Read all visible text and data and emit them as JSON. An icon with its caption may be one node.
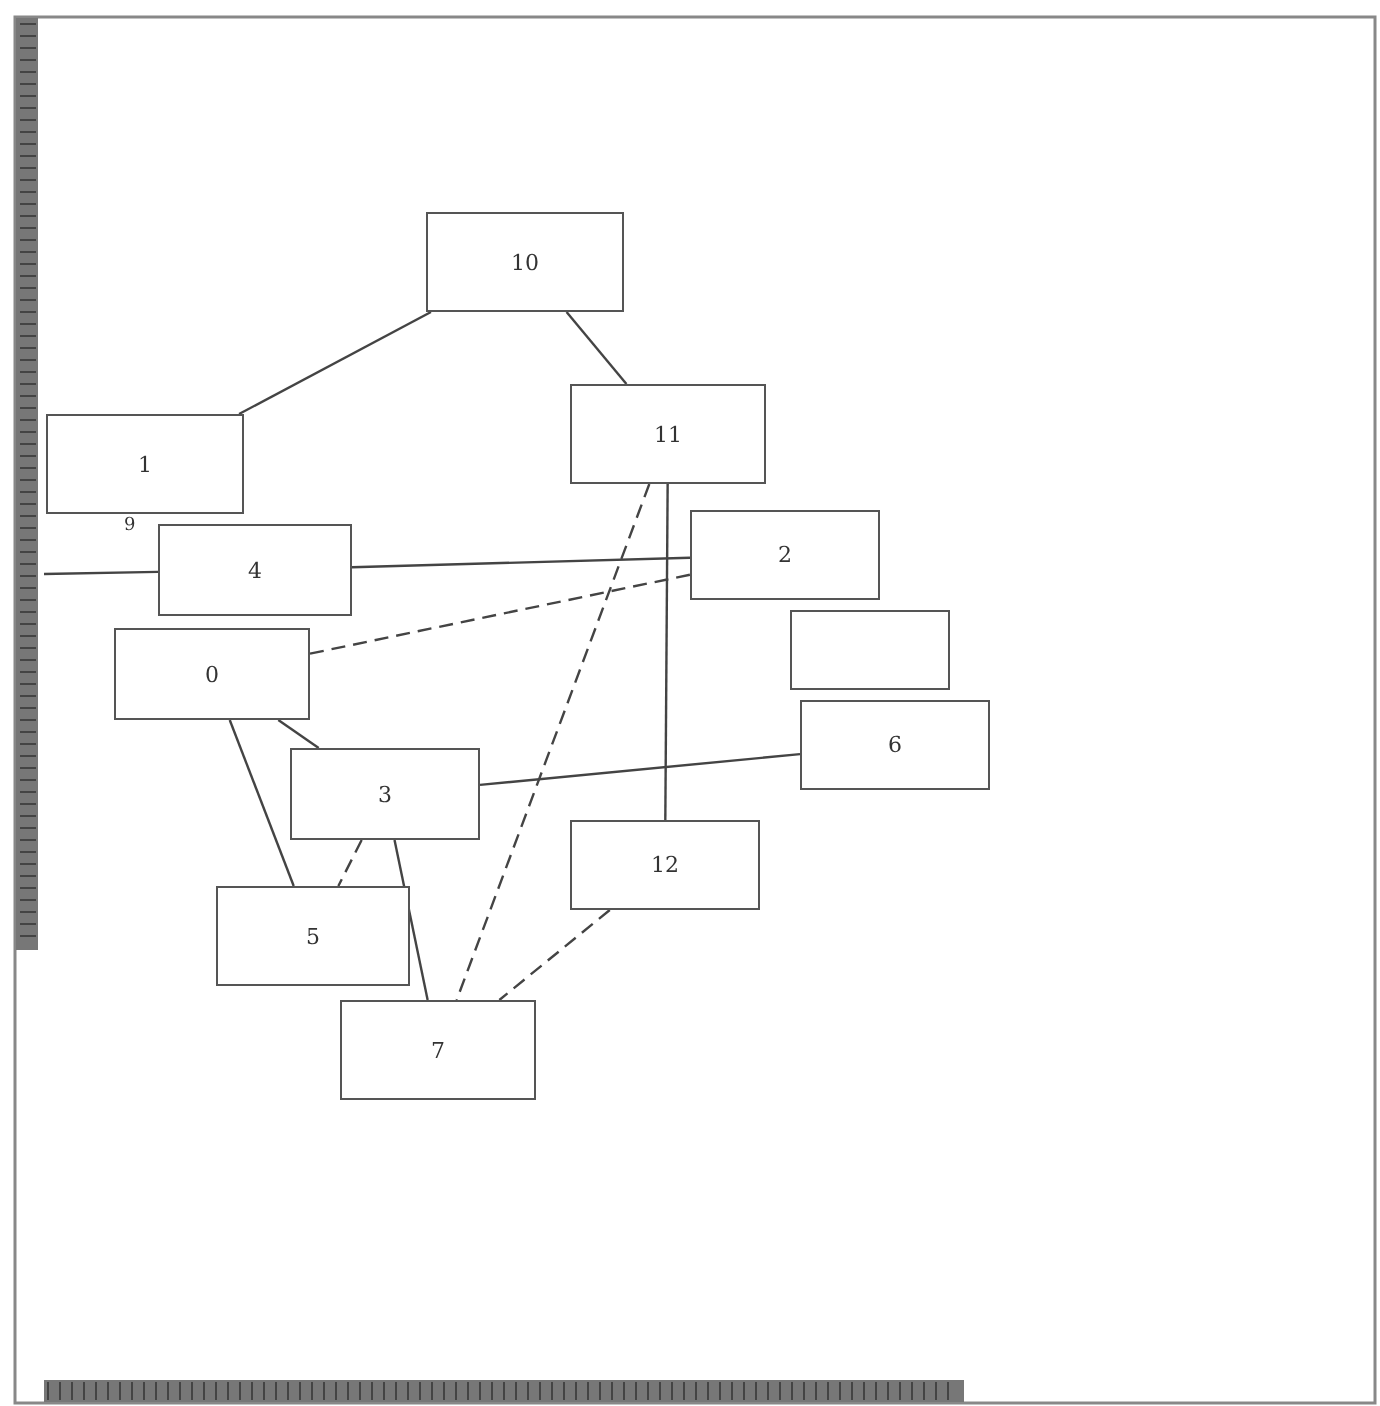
{
  "diagram": {
    "nodes": [
      {
        "text": [
          "10"
        ]
      },
      {
        "text": [
          "1"
        ]
      },
      {
        "text": [
          "4"
        ]
      },
      {
        "text": [
          "0"
        ]
      },
      {
        "text": [
          "11"
        ]
      },
      {
        "text": [
          "2"
        ]
      },
      {
        "text": [],
        "shape": "box"
      },
      {
        "text": [
          "6"
        ]
      },
      {
        "text": [
          "12"
        ]
      },
      {
        "text": [
          "3"
        ]
      },
      {
        "text": [
          "5"
        ]
      },
      {
        "text": [
          "7"
        ]
      }
    ],
    "edges": [
      {
        "from": 0,
        "to": 1,
        "arrow": "none"
      },
      {
        "from": 0,
        "to": 4,
        "arrow": "none"
      },
      {
        "from": 4,
        "to": 11,
        "arrow": "none",
        "style": "dashed"
      },
      {
        "from": 4,
        "to": 8,
        "arrow": "none"
      },
      {
        "from": 2,
        "to": 5,
        "arrow": "none"
      },
      {
        "from": 3,
        "to": 5,
        "arrow": "none",
        "style": "dashed"
      },
      {
        "from": null,
        "to": 2,
        "arrow": "none"
      },
      {
        "from": 3,
        "to": 9,
        "arrow": "none"
      },
      {
        "from": 3,
        "to": 10,
        "arrow": "none"
      },
      {
        "from": 9,
        "to": 10,
        "arrow": "none",
        "style": "dashed"
      },
      {
        "from": 9,
        "to": 11,
        "arrow": "none"
      },
      {
        "from": 9,
        "to": 7,
        "arrow": "none"
      },
      {
        "from": 8,
        "to": 11,
        "arrow": "none",
        "style": "dashed"
      }
    ],
    "labels": [
      "9"
    ]
  }
}
